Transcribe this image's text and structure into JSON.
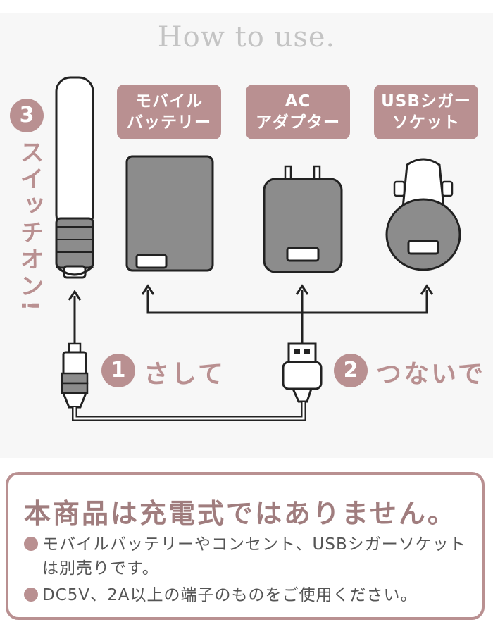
{
  "page": {
    "title": "How to use."
  },
  "labels": {
    "mobile_battery": [
      "モバイル",
      "バッテリー"
    ],
    "ac_adapter": [
      "AC",
      "アダプター"
    ],
    "usb_cigar_socket": [
      "USBシガー",
      "ソケット"
    ]
  },
  "steps": [
    {
      "number": "1",
      "text": "さして"
    },
    {
      "number": "2",
      "text": "つないで"
    },
    {
      "number": "3",
      "text": "スイッチオン!"
    }
  ],
  "notice": {
    "title": "本商品は充電式ではありません。",
    "items": [
      {
        "line1": "モバイルバッテリーやコンセント、USBシガーソケット",
        "line2": "は別売りです。"
      },
      {
        "line1": "DC5V、2A以上の端子のものをご使用ください。",
        "line2": ""
      }
    ]
  },
  "colors": {
    "accent": "#b99091",
    "panel_bg": "#f7f7f7",
    "device_gray": "#8c8c8c",
    "title_gray": "#c4c4c4"
  },
  "icons": [
    "device-stick-icon",
    "mobile-battery-icon",
    "ac-adapter-icon",
    "car-charger-icon",
    "dc-plug-icon",
    "usb-plug-icon"
  ]
}
